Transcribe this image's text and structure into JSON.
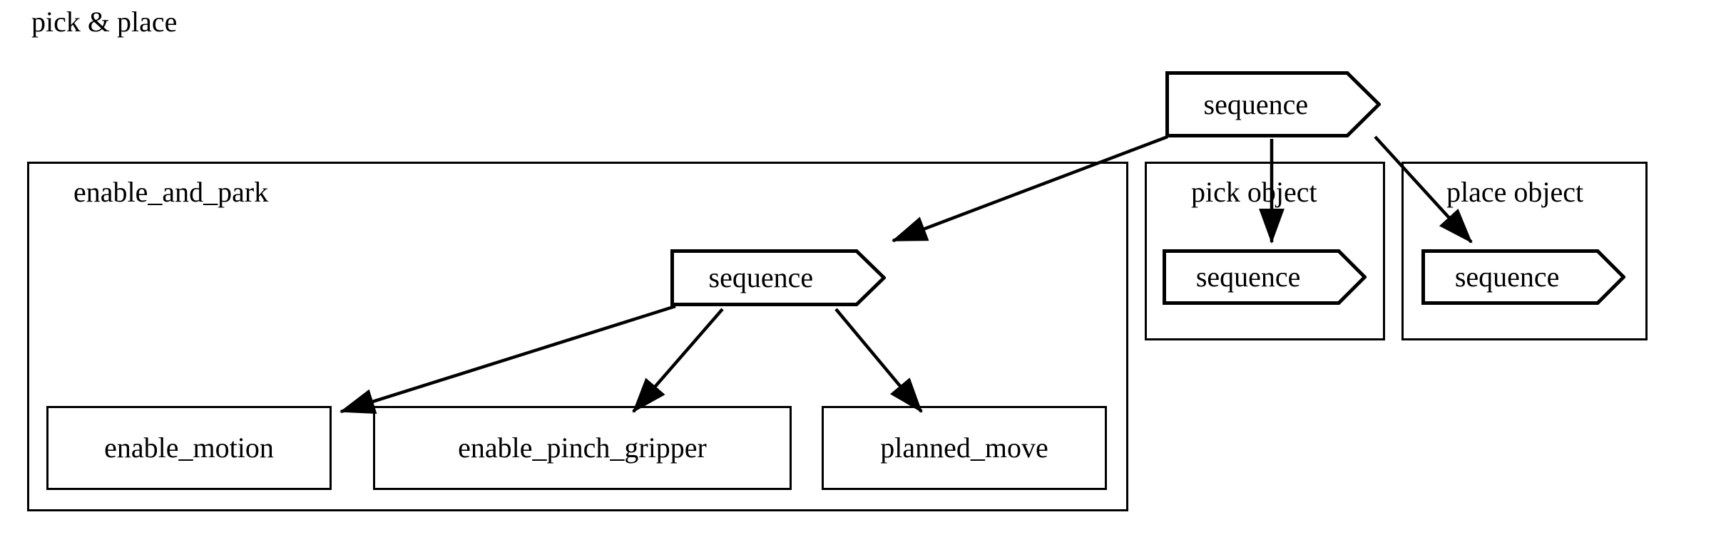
{
  "diagram": {
    "title": "pick & place",
    "type": "behavior-tree",
    "background": "#ffffff",
    "stroke": "#000000",
    "text_color": "#000000"
  },
  "nodes": {
    "root_sequence": {
      "label": "sequence",
      "kind": "sequence"
    },
    "enable_and_park_sequence": {
      "label": "sequence",
      "kind": "sequence"
    },
    "pick_object_sequence": {
      "label": "sequence",
      "kind": "sequence"
    },
    "place_object_sequence": {
      "label": "sequence",
      "kind": "sequence"
    },
    "enable_motion": {
      "label": "enable_motion",
      "kind": "action"
    },
    "enable_pinch_gripper": {
      "label": "enable_pinch_gripper",
      "kind": "action"
    },
    "planned_move": {
      "label": "planned_move",
      "kind": "action"
    }
  },
  "subtrees": [
    {
      "id": "enable_and_park",
      "label": "enable_and_park"
    },
    {
      "id": "pick_object",
      "label": "pick object"
    },
    {
      "id": "place_object",
      "label": "place object"
    }
  ],
  "edges": [
    {
      "from": "root_sequence",
      "to": "enable_and_park_sequence"
    },
    {
      "from": "root_sequence",
      "to": "pick_object_sequence"
    },
    {
      "from": "root_sequence",
      "to": "place_object_sequence"
    },
    {
      "from": "enable_and_park_sequence",
      "to": "enable_motion"
    },
    {
      "from": "enable_and_park_sequence",
      "to": "enable_pinch_gripper"
    },
    {
      "from": "enable_and_park_sequence",
      "to": "planned_move"
    }
  ]
}
